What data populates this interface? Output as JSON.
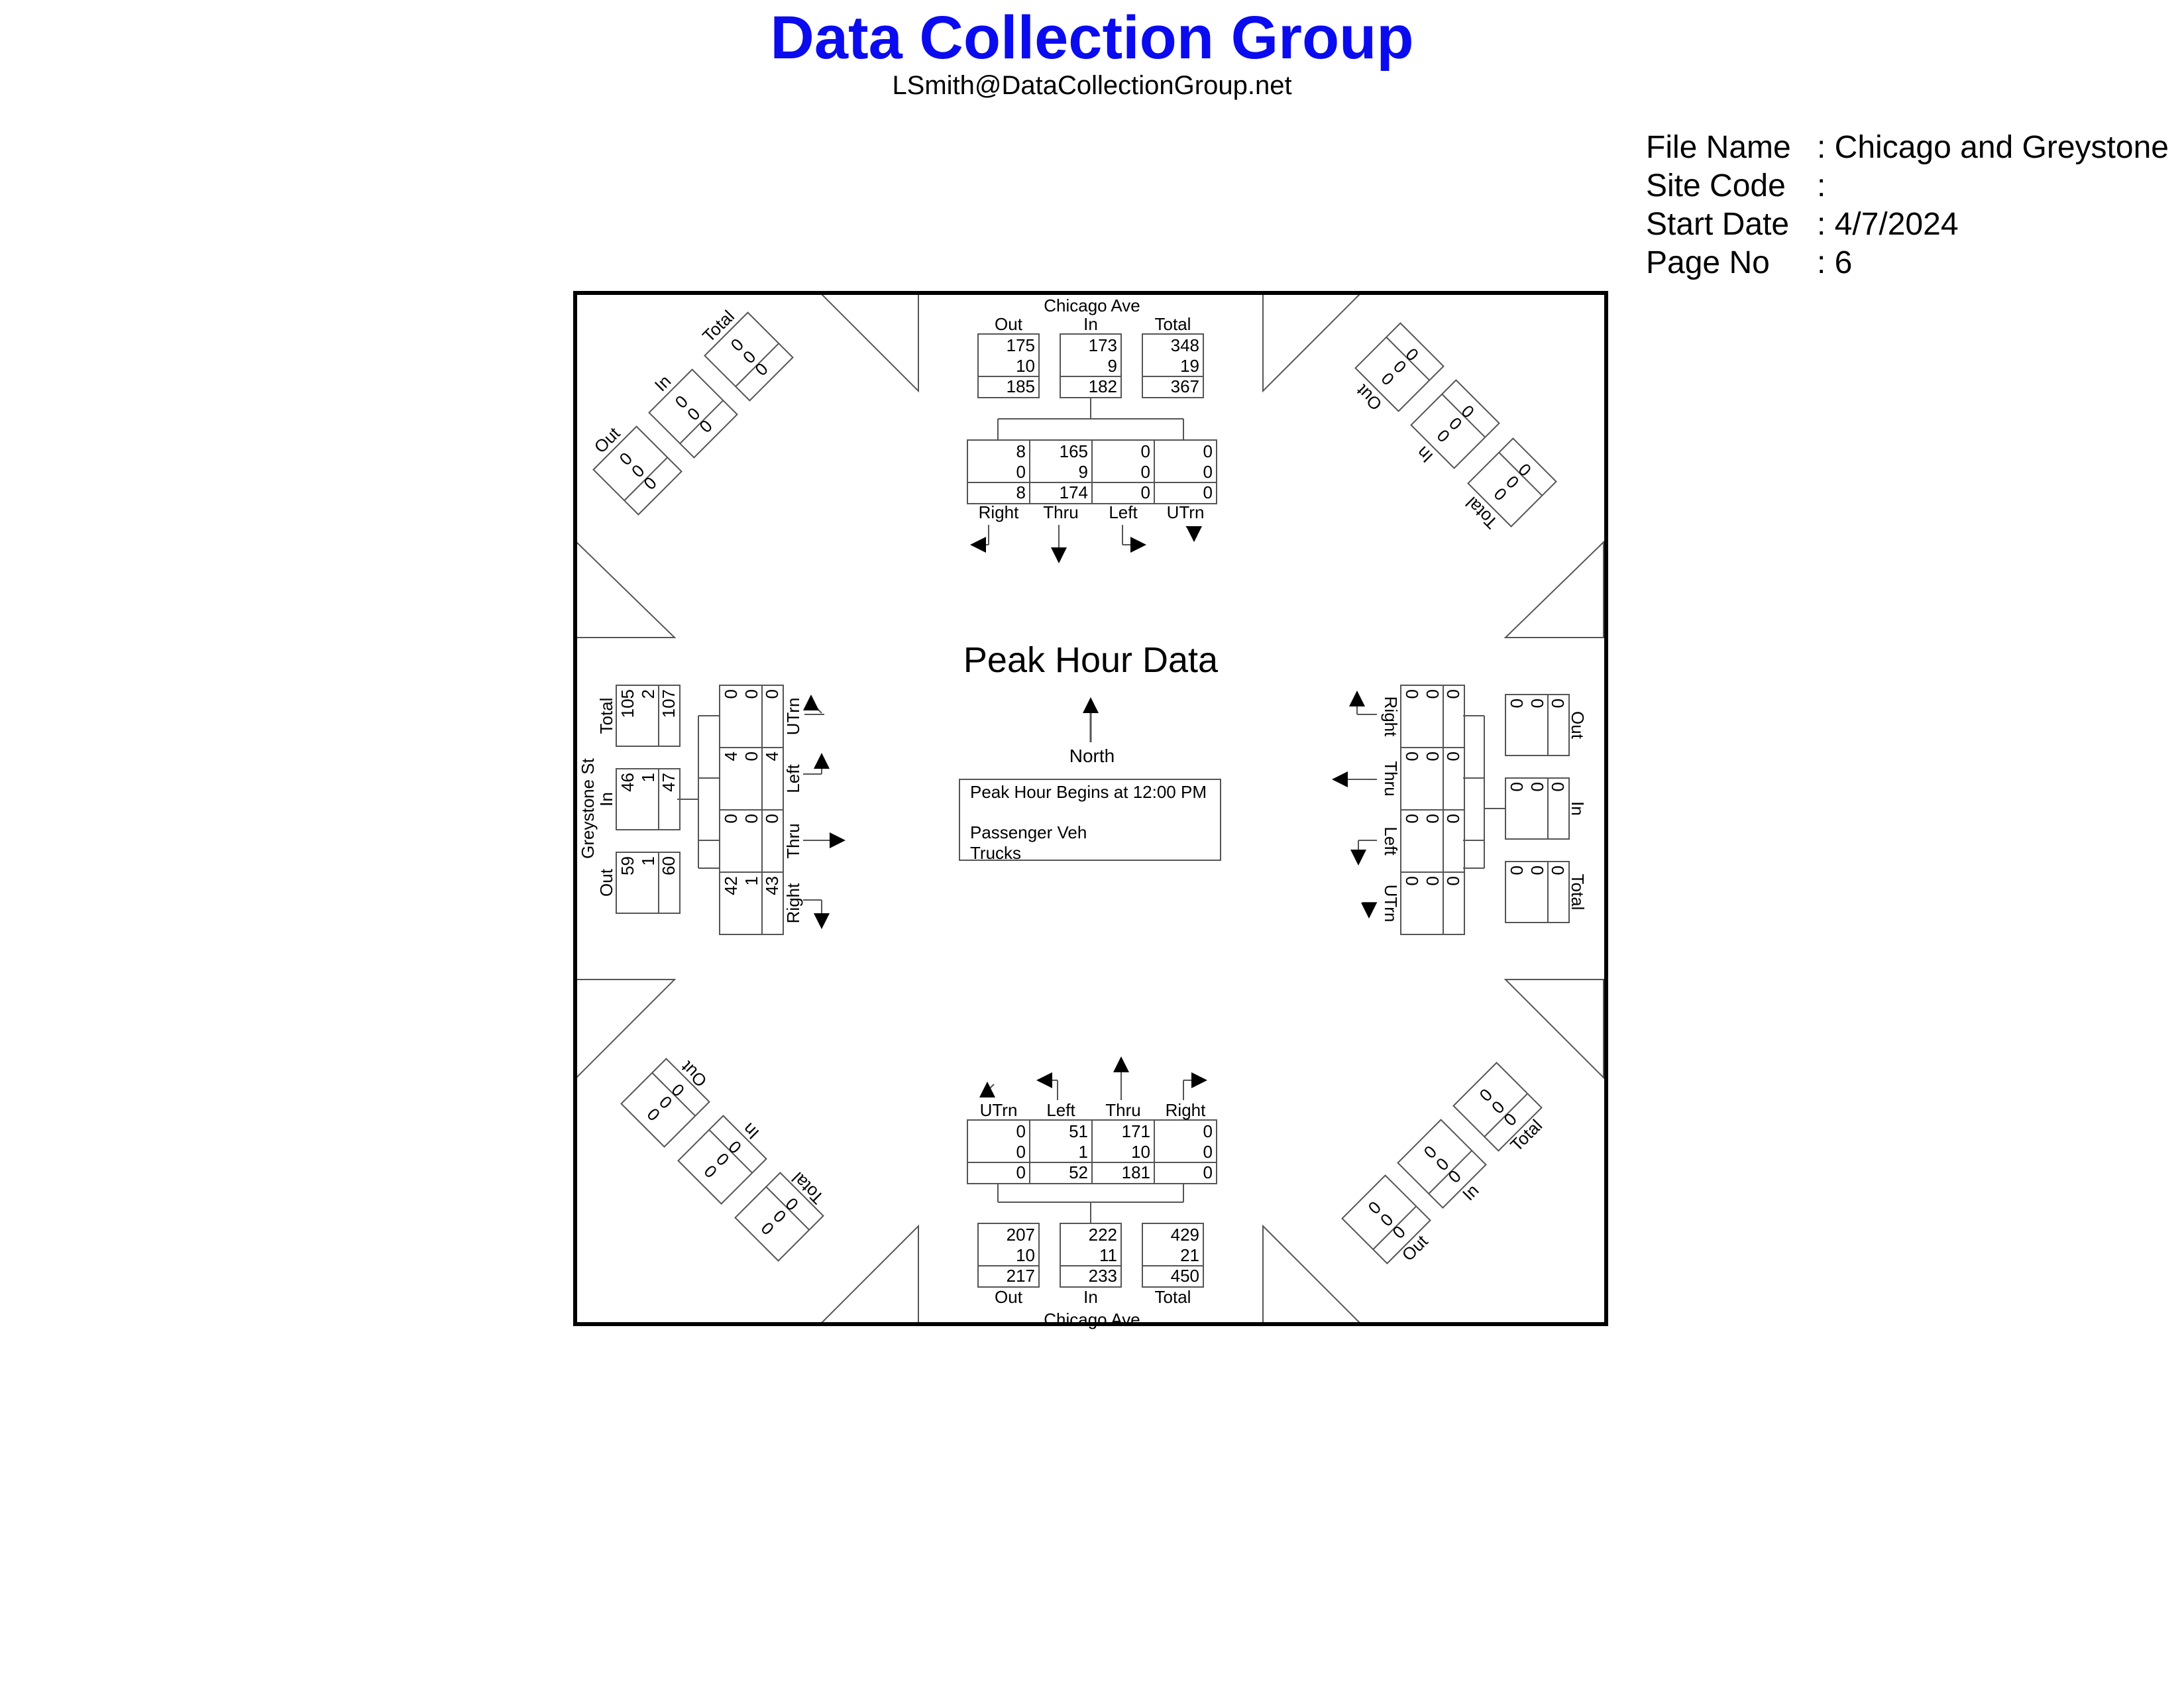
{
  "header": {
    "title": "Data Collection Group",
    "email": "LSmith@DataCollectionGroup.net"
  },
  "info": {
    "file_name_label": "File Name",
    "file_name_value": ": Chicago and Greystone",
    "site_code_label": "Site Code",
    "site_code_value": ":",
    "start_date_label": "Start Date",
    "start_date_value": ": 4/7/2024",
    "page_no_label": "Page No",
    "page_no_value": ": 6"
  },
  "diagram": {
    "title": "Peak Hour Data",
    "north_label": "North",
    "legend": {
      "line1": "Peak Hour Begins at 12:00 PM",
      "line2": "Passenger Veh",
      "line3": "Trucks"
    },
    "north_street": "Chicago Ave",
    "south_street": "Chicago Ave",
    "west_street": "Greystone St",
    "north_leg": {
      "summary": [
        {
          "label": "Out",
          "values": [
            "175",
            "10",
            "185"
          ]
        },
        {
          "label": "In",
          "values": [
            "173",
            "9",
            "182"
          ]
        },
        {
          "label": "Total",
          "values": [
            "348",
            "19",
            "367"
          ]
        }
      ],
      "movements": [
        {
          "label": "Right",
          "values": [
            "8",
            "0",
            "8"
          ]
        },
        {
          "label": "Thru",
          "values": [
            "165",
            "9",
            "174"
          ]
        },
        {
          "label": "Left",
          "values": [
            "0",
            "0",
            "0"
          ]
        },
        {
          "label": "UTrn",
          "values": [
            "0",
            "0",
            "0"
          ]
        }
      ]
    },
    "south_leg": {
      "summary": [
        {
          "label": "Out",
          "values": [
            "207",
            "10",
            "217"
          ]
        },
        {
          "label": "In",
          "values": [
            "222",
            "11",
            "233"
          ]
        },
        {
          "label": "Total",
          "values": [
            "429",
            "21",
            "450"
          ]
        }
      ],
      "movements": [
        {
          "label": "UTrn",
          "values": [
            "0",
            "0",
            "0"
          ]
        },
        {
          "label": "Left",
          "values": [
            "51",
            "1",
            "52"
          ]
        },
        {
          "label": "Thru",
          "values": [
            "171",
            "10",
            "181"
          ]
        },
        {
          "label": "Right",
          "values": [
            "0",
            "0",
            "0"
          ]
        }
      ]
    },
    "west_leg": {
      "summary": [
        {
          "label": "Total",
          "values": [
            "105",
            "2",
            "107"
          ]
        },
        {
          "label": "In",
          "values": [
            "46",
            "1",
            "47"
          ]
        },
        {
          "label": "Out",
          "values": [
            "59",
            "1",
            "60"
          ]
        }
      ],
      "movements": [
        {
          "label": "UTrn",
          "values": [
            "0",
            "0",
            "0"
          ]
        },
        {
          "label": "Left",
          "values": [
            "4",
            "0",
            "4"
          ]
        },
        {
          "label": "Thru",
          "values": [
            "0",
            "0",
            "0"
          ]
        },
        {
          "label": "Right",
          "values": [
            "42",
            "1",
            "43"
          ]
        }
      ]
    },
    "east_leg": {
      "summary": [
        {
          "label": "Out",
          "values": [
            "0",
            "0",
            "0"
          ]
        },
        {
          "label": "In",
          "values": [
            "0",
            "0",
            "0"
          ]
        },
        {
          "label": "Total",
          "values": [
            "0",
            "0",
            "0"
          ]
        }
      ],
      "movements": [
        {
          "label": "Right",
          "values": [
            "0",
            "0",
            "0"
          ]
        },
        {
          "label": "Thru",
          "values": [
            "0",
            "0",
            "0"
          ]
        },
        {
          "label": "Left",
          "values": [
            "0",
            "0",
            "0"
          ]
        },
        {
          "label": "UTrn",
          "values": [
            "0",
            "0",
            "0"
          ]
        }
      ]
    },
    "corners": {
      "nw": [
        {
          "label": "Out",
          "values": [
            "0",
            "0",
            "0"
          ]
        },
        {
          "label": "In",
          "values": [
            "0",
            "0",
            "0"
          ]
        },
        {
          "label": "Total",
          "values": [
            "0",
            "0",
            "0"
          ]
        }
      ],
      "ne": [
        {
          "label": "Out",
          "values": [
            "0",
            "0",
            "0"
          ]
        },
        {
          "label": "In",
          "values": [
            "0",
            "0",
            "0"
          ]
        },
        {
          "label": "Total",
          "values": [
            "0",
            "0",
            "0"
          ]
        }
      ],
      "sw": [
        {
          "label": "Out",
          "values": [
            "0",
            "0",
            "0"
          ]
        },
        {
          "label": "In",
          "values": [
            "0",
            "0",
            "0"
          ]
        },
        {
          "label": "Total",
          "values": [
            "0",
            "0",
            "0"
          ]
        }
      ],
      "se": [
        {
          "label": "Out",
          "values": [
            "0",
            "0",
            "0"
          ]
        },
        {
          "label": "In",
          "values": [
            "0",
            "0",
            "0"
          ]
        },
        {
          "label": "Total",
          "values": [
            "0",
            "0",
            "0"
          ]
        }
      ]
    }
  }
}
